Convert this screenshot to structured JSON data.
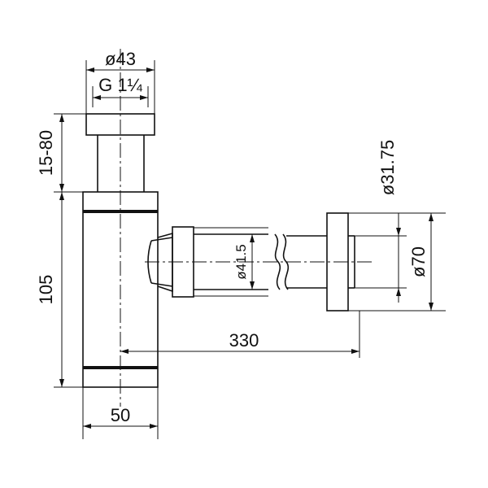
{
  "dimensions": {
    "top_outer_diameter": "ø43",
    "thread": "G 1¼",
    "top_adjust_range": "15-80",
    "body_height": "105",
    "body_width": "50",
    "outlet_length": "330",
    "outlet_pipe_diameter": "ø41.5",
    "wall_pipe_diameter": "ø31.75",
    "wall_flange_diameter": "ø70"
  }
}
